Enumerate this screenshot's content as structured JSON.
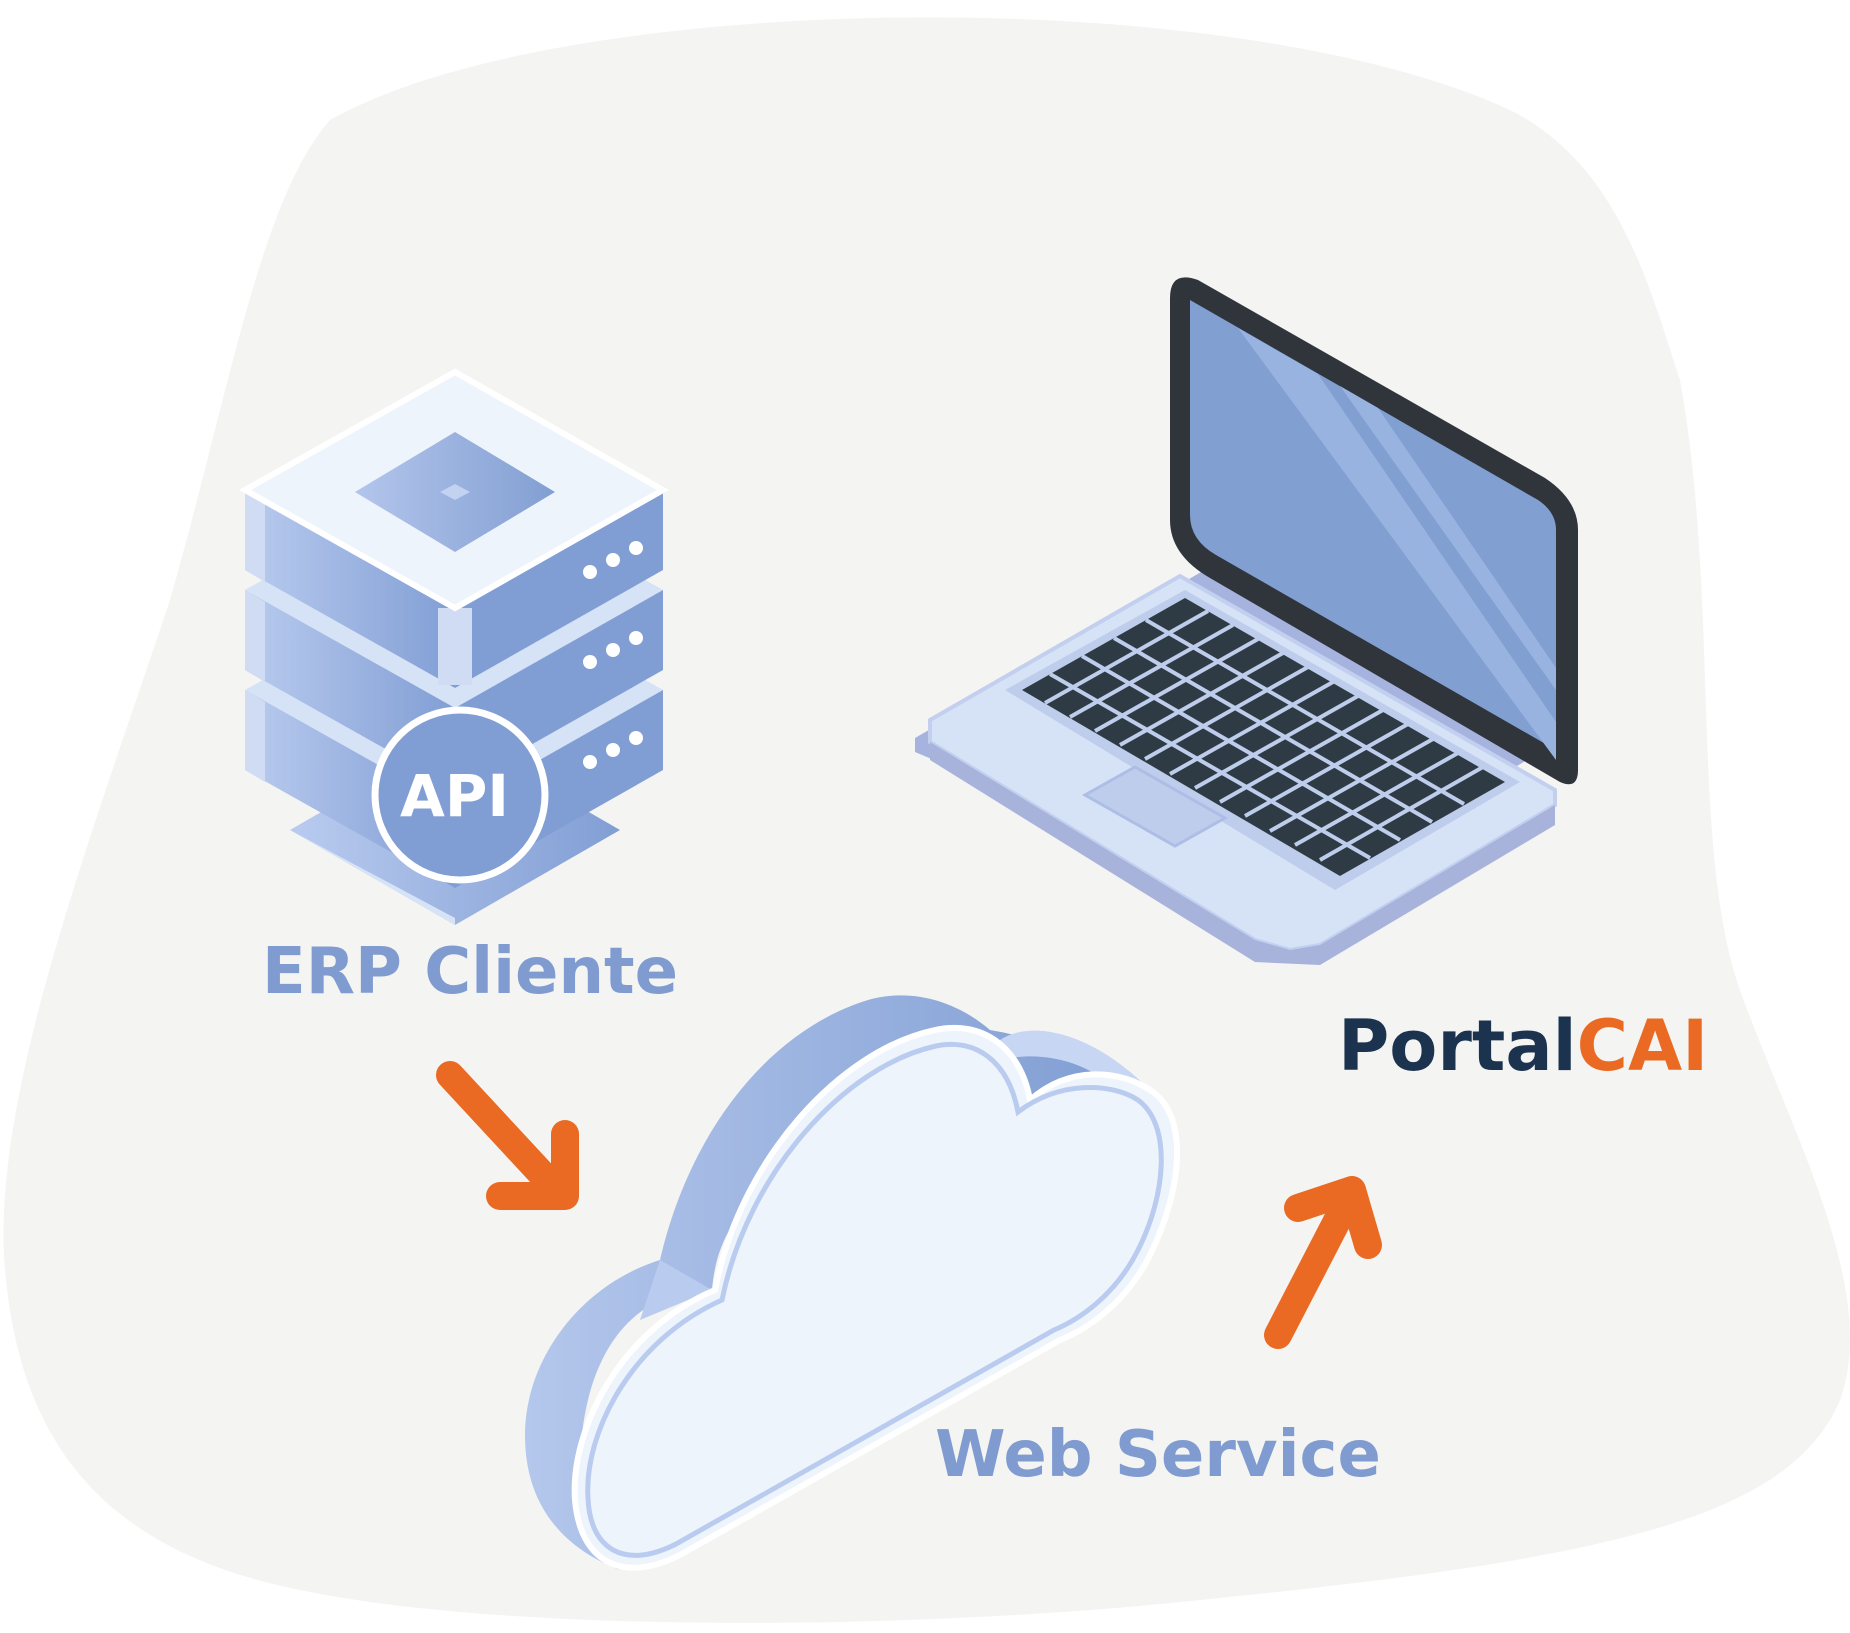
{
  "labels": {
    "erp": "ERP Cliente",
    "api": "API",
    "web_service": "Web Service"
  },
  "brand": {
    "part1": "Portal",
    "part2": "CAI"
  },
  "colors": {
    "background_blob": "#f4f4f2",
    "label_blue": "#7f9bd0",
    "brand_dark": "#1c3350",
    "accent_orange": "#ea6a24",
    "server_blue": "#819ed4",
    "cloud_fill": "#eef4fc",
    "laptop_frame": "#30353c",
    "screen_blue": "#829fd2"
  },
  "nodes": [
    {
      "id": "erp",
      "icon": "server-stack-icon"
    },
    {
      "id": "web_service",
      "icon": "cloud-icon"
    },
    {
      "id": "portal",
      "icon": "laptop-icon"
    }
  ],
  "edges": [
    {
      "from": "erp",
      "to": "web_service"
    },
    {
      "from": "web_service",
      "to": "portal"
    }
  ]
}
